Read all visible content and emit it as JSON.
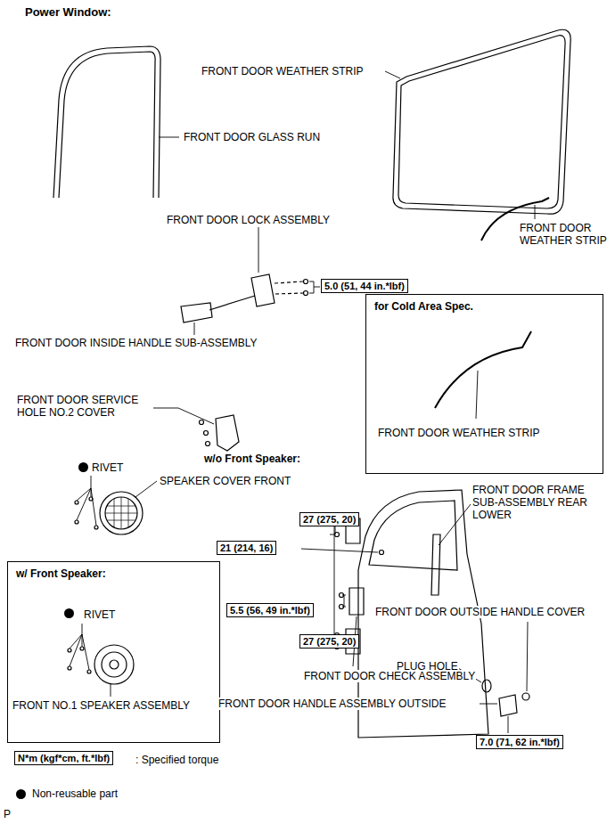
{
  "diagram": {
    "title": "Power Window:",
    "nodes": [
      {
        "text": [
          "5.0 (51, 44 in.*lbf)"
        ]
      },
      {
        "text": [
          "for Cold Area Spec.",
          "FRONT DOOR WEATHER STRIP"
        ]
      },
      {
        "text": [
          "27 (275, 20)"
        ]
      },
      {
        "text": [
          "21 (214, 16)"
        ]
      },
      {
        "text": [
          "w/ Front Speaker:",
          "RIVET",
          "FRONT NO.1 SPEAKER ASSEMBLY"
        ]
      },
      {
        "text": [
          "5.5 (56, 49 in.*lbf)"
        ]
      },
      {
        "text": [
          "27 (275, 20)"
        ]
      },
      {
        "text": [
          "7.0 (71, 62 in.*lbf)"
        ]
      },
      {
        "text": [
          "N*m (kgf*cm, ft.*lbf)"
        ]
      }
    ],
    "labels": [
      "FRONT DOOR WEATHER STRIP",
      "FRONT DOOR GLASS RUN",
      "FRONT DOOR LOCK ASSEMBLY",
      "FRONT DOOR WEATHER STRIP",
      "FRONT DOOR INSIDE HANDLE SUB-ASSEMBLY",
      "FRONT DOOR SERVICE HOLE NO.2 COVER",
      "w/o Front Speaker:",
      "RIVET",
      "SPEAKER COVER FRONT",
      "FRONT DOOR FRAME SUB-ASSEMBLY REAR LOWER",
      "FRONT DOOR OUTSIDE HANDLE COVER",
      "PLUG HOLE",
      "FRONT DOOR CHECK ASSEMBLY",
      "FRONT DOOR HANDLE ASSEMBLY OUTSIDE",
      "P"
    ],
    "legend": [
      {
        "text": ": Specified torque"
      },
      {
        "text": "Non-reusable part"
      }
    ]
  }
}
